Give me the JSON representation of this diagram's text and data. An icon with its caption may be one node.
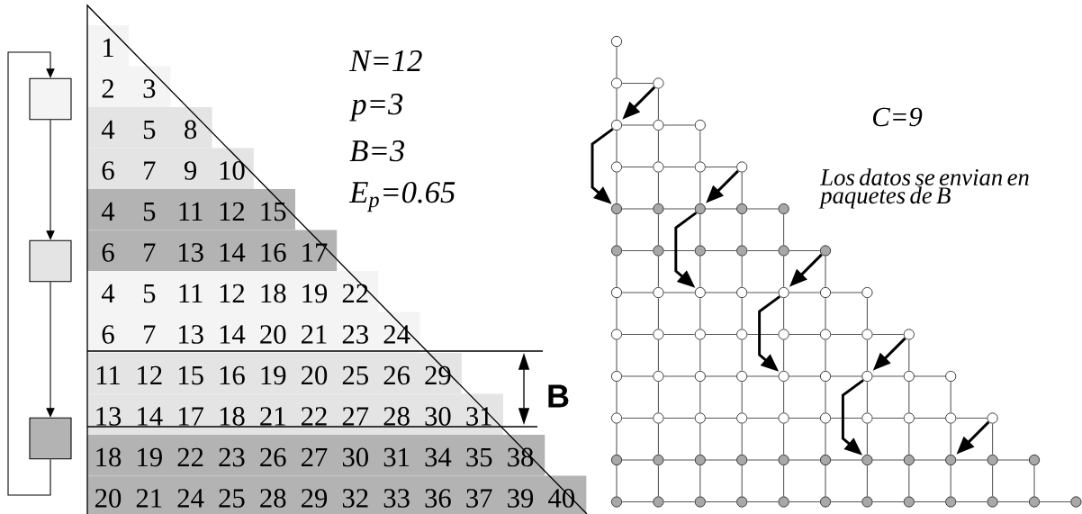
{
  "diagram": {
    "nodes": [
      {
        "text": [],
        "shape": "box"
      },
      {
        "text": [],
        "shape": "box"
      },
      {
        "text": [],
        "shape": "box"
      },
      {
        "text": [],
        "shape": "circle"
      },
      {
        "text": [],
        "shape": "circle"
      },
      {
        "text": [],
        "shape": "circle"
      },
      {
        "text": [],
        "shape": "circle"
      },
      {
        "text": [],
        "shape": "circle"
      },
      {
        "text": [],
        "shape": "circle"
      },
      {
        "text": [],
        "shape": "circle"
      },
      {
        "text": [],
        "shape": "circle"
      },
      {
        "text": [],
        "shape": "circle"
      },
      {
        "text": [],
        "shape": "circle"
      },
      {
        "text": [],
        "shape": "circle"
      },
      {
        "text": [],
        "shape": "circle"
      },
      {
        "text": [],
        "shape": "circle"
      },
      {
        "text": [],
        "shape": "circle"
      },
      {
        "text": [],
        "shape": "circle"
      },
      {
        "text": [],
        "shape": "circle"
      },
      {
        "text": [],
        "shape": "circle"
      },
      {
        "text": [],
        "shape": "circle"
      },
      {
        "text": [],
        "shape": "circle"
      },
      {
        "text": [],
        "shape": "circle"
      },
      {
        "text": [],
        "shape": "circle"
      },
      {
        "text": [],
        "shape": "circle"
      },
      {
        "text": [],
        "shape": "circle"
      },
      {
        "text": [],
        "shape": "circle"
      },
      {
        "text": [],
        "shape": "circle"
      },
      {
        "text": [],
        "shape": "circle"
      },
      {
        "text": [],
        "shape": "circle"
      },
      {
        "text": [],
        "shape": "circle"
      },
      {
        "text": [],
        "shape": "circle"
      },
      {
        "text": [],
        "shape": "circle"
      },
      {
        "text": [],
        "shape": "circle"
      },
      {
        "text": [],
        "shape": "circle"
      },
      {
        "text": [],
        "shape": "circle"
      },
      {
        "text": [],
        "shape": "circle"
      },
      {
        "text": [],
        "shape": "circle"
      },
      {
        "text": [],
        "shape": "circle"
      },
      {
        "text": [],
        "shape": "circle"
      },
      {
        "text": [],
        "shape": "circle"
      },
      {
        "text": [],
        "shape": "circle"
      },
      {
        "text": [],
        "shape": "circle"
      },
      {
        "text": [],
        "shape": "circle"
      },
      {
        "text": [],
        "shape": "circle"
      },
      {
        "text": [],
        "shape": "circle"
      },
      {
        "text": [],
        "shape": "circle"
      },
      {
        "text": [],
        "shape": "circle"
      },
      {
        "text": [],
        "shape": "circle"
      },
      {
        "text": [],
        "shape": "circle"
      },
      {
        "text": [],
        "shape": "circle"
      },
      {
        "text": [],
        "shape": "circle"
      },
      {
        "text": [],
        "shape": "circle"
      },
      {
        "text": [],
        "shape": "circle"
      },
      {
        "text": [],
        "shape": "circle"
      },
      {
        "text": [],
        "shape": "circle"
      },
      {
        "text": [],
        "shape": "circle"
      },
      {
        "text": [],
        "shape": "circle"
      },
      {
        "text": [],
        "shape": "circle"
      },
      {
        "text": [],
        "shape": "circle"
      },
      {
        "text": [],
        "shape": "circle"
      },
      {
        "text": [],
        "shape": "circle"
      },
      {
        "text": [],
        "shape": "circle"
      },
      {
        "text": [],
        "shape": "circle"
      },
      {
        "text": [],
        "shape": "circle"
      },
      {
        "text": [],
        "shape": "circle"
      },
      {
        "text": [],
        "shape": "circle"
      },
      {
        "text": [],
        "shape": "circle"
      },
      {
        "text": [],
        "shape": "circle"
      },
      {
        "text": [],
        "shape": "circle"
      },
      {
        "text": [],
        "shape": "circle"
      },
      {
        "text": [],
        "shape": "circle"
      },
      {
        "text": [],
        "shape": "circle"
      },
      {
        "text": [],
        "shape": "circle"
      },
      {
        "text": [],
        "shape": "circle"
      },
      {
        "text": [],
        "shape": "circle"
      },
      {
        "text": [],
        "shape": "circle"
      },
      {
        "text": [],
        "shape": "circle"
      },
      {
        "text": [],
        "shape": "circle"
      },
      {
        "text": [],
        "shape": "circle"
      },
      {
        "text": [],
        "shape": "circle"
      }
    ],
    "edges": [
      {
        "from": 0,
        "to": 1,
        "arrow": "to",
        "color": "#000000"
      },
      {
        "from": 1,
        "to": 2,
        "arrow": "to",
        "color": "#000000"
      },
      {
        "from": 2,
        "to": 0,
        "arrow": "to",
        "color": "#000000"
      },
      {
        "from": 3,
        "to": 4,
        "arrow": "none"
      },
      {
        "from": 4,
        "to": 5,
        "arrow": "none"
      },
      {
        "from": 4,
        "to": 6,
        "arrow": "none"
      },
      {
        "from": 5,
        "to": 7,
        "arrow": "none"
      },
      {
        "from": 6,
        "to": 7,
        "arrow": "none"
      },
      {
        "from": 7,
        "to": 8,
        "arrow": "none"
      },
      {
        "from": 6,
        "to": 9,
        "arrow": "none"
      },
      {
        "from": 7,
        "to": 10,
        "arrow": "none"
      },
      {
        "from": 8,
        "to": 11,
        "arrow": "none"
      },
      {
        "from": 9,
        "to": 10,
        "arrow": "none"
      },
      {
        "from": 10,
        "to": 11,
        "arrow": "none"
      },
      {
        "from": 11,
        "to": 12,
        "arrow": "none"
      },
      {
        "from": 9,
        "to": 13,
        "arrow": "none"
      },
      {
        "from": 10,
        "to": 14,
        "arrow": "none"
      },
      {
        "from": 11,
        "to": 15,
        "arrow": "none"
      },
      {
        "from": 12,
        "to": 16,
        "arrow": "none"
      },
      {
        "from": 13,
        "to": 14,
        "arrow": "none"
      },
      {
        "from": 14,
        "to": 15,
        "arrow": "none"
      },
      {
        "from": 15,
        "to": 16,
        "arrow": "none"
      },
      {
        "from": 16,
        "to": 17,
        "arrow": "none"
      },
      {
        "from": 13,
        "to": 18,
        "arrow": "none"
      },
      {
        "from": 14,
        "to": 19,
        "arrow": "none"
      },
      {
        "from": 15,
        "to": 20,
        "arrow": "none"
      },
      {
        "from": 16,
        "to": 21,
        "arrow": "none"
      },
      {
        "from": 17,
        "to": 22,
        "arrow": "none"
      },
      {
        "from": 18,
        "to": 19,
        "arrow": "none"
      },
      {
        "from": 19,
        "to": 20,
        "arrow": "none"
      },
      {
        "from": 20,
        "to": 21,
        "arrow": "none"
      },
      {
        "from": 21,
        "to": 22,
        "arrow": "none"
      },
      {
        "from": 22,
        "to": 23,
        "arrow": "none"
      },
      {
        "from": 18,
        "to": 24,
        "arrow": "none"
      },
      {
        "from": 19,
        "to": 25,
        "arrow": "none"
      },
      {
        "from": 20,
        "to": 26,
        "arrow": "none"
      },
      {
        "from": 21,
        "to": 27,
        "arrow": "none"
      },
      {
        "from": 22,
        "to": 28,
        "arrow": "none"
      },
      {
        "from": 23,
        "to": 29,
        "arrow": "none"
      },
      {
        "from": 24,
        "to": 25,
        "arrow": "none"
      },
      {
        "from": 25,
        "to": 26,
        "arrow": "none"
      },
      {
        "from": 26,
        "to": 27,
        "arrow": "none"
      },
      {
        "from": 27,
        "to": 28,
        "arrow": "none"
      },
      {
        "from": 28,
        "to": 29,
        "arrow": "none"
      },
      {
        "from": 29,
        "to": 30,
        "arrow": "none"
      },
      {
        "from": 24,
        "to": 31,
        "arrow": "none"
      },
      {
        "from": 25,
        "to": 32,
        "arrow": "none"
      },
      {
        "from": 26,
        "to": 33,
        "arrow": "none"
      },
      {
        "from": 27,
        "to": 34,
        "arrow": "none"
      },
      {
        "from": 28,
        "to": 35,
        "arrow": "none"
      },
      {
        "from": 29,
        "to": 36,
        "arrow": "none"
      },
      {
        "from": 30,
        "to": 37,
        "arrow": "none"
      },
      {
        "from": 31,
        "to": 32,
        "arrow": "none"
      },
      {
        "from": 32,
        "to": 33,
        "arrow": "none"
      },
      {
        "from": 33,
        "to": 34,
        "arrow": "none"
      },
      {
        "from": 34,
        "to": 35,
        "arrow": "none"
      },
      {
        "from": 35,
        "to": 36,
        "arrow": "none"
      },
      {
        "from": 36,
        "to": 37,
        "arrow": "none"
      },
      {
        "from": 37,
        "to": 38,
        "arrow": "none"
      },
      {
        "from": 31,
        "to": 39,
        "arrow": "none"
      },
      {
        "from": 32,
        "to": 40,
        "arrow": "none"
      },
      {
        "from": 33,
        "to": 41,
        "arrow": "none"
      },
      {
        "from": 34,
        "to": 42,
        "arrow": "none"
      },
      {
        "from": 35,
        "to": 43,
        "arrow": "none"
      },
      {
        "from": 36,
        "to": 44,
        "arrow": "none"
      },
      {
        "from": 37,
        "to": 45,
        "arrow": "none"
      },
      {
        "from": 38,
        "to": 46,
        "arrow": "none"
      },
      {
        "from": 39,
        "to": 40,
        "arrow": "none"
      },
      {
        "from": 40,
        "to": 41,
        "arrow": "none"
      },
      {
        "from": 41,
        "to": 42,
        "arrow": "none"
      },
      {
        "from": 42,
        "to": 43,
        "arrow": "none"
      },
      {
        "from": 43,
        "to": 44,
        "arrow": "none"
      },
      {
        "from": 44,
        "to": 45,
        "arrow": "none"
      },
      {
        "from": 45,
        "to": 46,
        "arrow": "none"
      },
      {
        "from": 46,
        "to": 47,
        "arrow": "none"
      },
      {
        "from": 39,
        "to": 48,
        "arrow": "none"
      },
      {
        "from": 40,
        "to": 49,
        "arrow": "none"
      },
      {
        "from": 41,
        "to": 50,
        "arrow": "none"
      },
      {
        "from": 42,
        "to": 51,
        "arrow": "none"
      },
      {
        "from": 43,
        "to": 52,
        "arrow": "none"
      },
      {
        "from": 44,
        "to": 53,
        "arrow": "none"
      },
      {
        "from": 45,
        "to": 54,
        "arrow": "none"
      },
      {
        "from": 46,
        "to": 55,
        "arrow": "none"
      },
      {
        "from": 47,
        "to": 56,
        "arrow": "none"
      },
      {
        "from": 48,
        "to": 49,
        "arrow": "none"
      },
      {
        "from": 49,
        "to": 50,
        "arrow": "none"
      },
      {
        "from": 50,
        "to": 51,
        "arrow": "none"
      },
      {
        "from": 51,
        "to": 52,
        "arrow": "none"
      },
      {
        "from": 52,
        "to": 53,
        "arrow": "none"
      },
      {
        "from": 53,
        "to": 54,
        "arrow": "none"
      },
      {
        "from": 54,
        "to": 55,
        "arrow": "none"
      },
      {
        "from": 55,
        "to": 56,
        "arrow": "none"
      },
      {
        "from": 56,
        "to": 57,
        "arrow": "none"
      },
      {
        "from": 48,
        "to": 58,
        "arrow": "none"
      },
      {
        "from": 49,
        "to": 59,
        "arrow": "none"
      },
      {
        "from": 50,
        "to": 60,
        "arrow": "none"
      },
      {
        "from": 51,
        "to": 61,
        "arrow": "none"
      },
      {
        "from": 52,
        "to": 62,
        "arrow": "none"
      },
      {
        "from": 53,
        "to": 63,
        "arrow": "none"
      },
      {
        "from": 54,
        "to": 64,
        "arrow": "none"
      },
      {
        "from": 55,
        "to": 65,
        "arrow": "none"
      },
      {
        "from": 56,
        "to": 66,
        "arrow": "none"
      },
      {
        "from": 57,
        "to": 67,
        "arrow": "none"
      },
      {
        "from": 58,
        "to": 59,
        "arrow": "none"
      },
      {
        "from": 59,
        "to": 60,
        "arrow": "none"
      },
      {
        "from": 60,
        "to": 61,
        "arrow": "none"
      },
      {
        "from": 61,
        "to": 62,
        "arrow": "none"
      },
      {
        "from": 62,
        "to": 63,
        "arrow": "none"
      },
      {
        "from": 63,
        "to": 64,
        "arrow": "none"
      },
      {
        "from": 64,
        "to": 65,
        "arrow": "none"
      },
      {
        "from": 65,
        "to": 66,
        "arrow": "none"
      },
      {
        "from": 66,
        "to": 67,
        "arrow": "none"
      },
      {
        "from": 67,
        "to": 68,
        "arrow": "none"
      },
      {
        "from": 58,
        "to": 69,
        "arrow": "none"
      },
      {
        "from": 59,
        "to": 70,
        "arrow": "none"
      },
      {
        "from": 60,
        "to": 71,
        "arrow": "none"
      },
      {
        "from": 61,
        "to": 72,
        "arrow": "none"
      },
      {
        "from": 62,
        "to": 73,
        "arrow": "none"
      },
      {
        "from": 63,
        "to": 74,
        "arrow": "none"
      },
      {
        "from": 64,
        "to": 75,
        "arrow": "none"
      },
      {
        "from": 65,
        "to": 76,
        "arrow": "none"
      },
      {
        "from": 66,
        "to": 77,
        "arrow": "none"
      },
      {
        "from": 67,
        "to": 78,
        "arrow": "none"
      },
      {
        "from": 68,
        "to": 79,
        "arrow": "none"
      },
      {
        "from": 69,
        "to": 70,
        "arrow": "none"
      },
      {
        "from": 70,
        "to": 71,
        "arrow": "none"
      },
      {
        "from": 71,
        "to": 72,
        "arrow": "none"
      },
      {
        "from": 72,
        "to": 73,
        "arrow": "none"
      },
      {
        "from": 73,
        "to": 74,
        "arrow": "none"
      },
      {
        "from": 74,
        "to": 75,
        "arrow": "none"
      },
      {
        "from": 75,
        "to": 76,
        "arrow": "none"
      },
      {
        "from": 76,
        "to": 77,
        "arrow": "none"
      },
      {
        "from": 77,
        "to": 78,
        "arrow": "none"
      },
      {
        "from": 78,
        "to": 79,
        "arrow": "none"
      },
      {
        "from": 79,
        "to": 80,
        "arrow": "none"
      },
      {
        "from": 5,
        "to": 6,
        "arrow": "to",
        "style": "thick",
        "color": "#000000"
      },
      {
        "from": 6,
        "to": 13,
        "arrow": "to",
        "style": "thick",
        "color": "#000000"
      },
      {
        "from": 12,
        "to": 15,
        "arrow": "to",
        "style": "thick",
        "color": "#000000"
      },
      {
        "from": 15,
        "to": 26,
        "arrow": "to",
        "style": "thick",
        "color": "#000000"
      },
      {
        "from": 23,
        "to": 28,
        "arrow": "to",
        "style": "thick",
        "color": "#000000"
      },
      {
        "from": 28,
        "to": 43,
        "arrow": "to",
        "style": "thick",
        "color": "#000000"
      },
      {
        "from": 38,
        "to": 45,
        "arrow": "to",
        "style": "thick",
        "color": "#000000"
      },
      {
        "from": 45,
        "to": 64,
        "arrow": "to",
        "style": "thick",
        "color": "#000000"
      },
      {
        "from": 57,
        "to": 66,
        "arrow": "to",
        "style": "thick",
        "color": "#000000"
      }
    ],
    "labels": [
      "1",
      "2",
      "3",
      "4",
      "5",
      "8",
      "6",
      "7",
      "9",
      "10",
      "4",
      "5",
      "11",
      "12",
      "15",
      "6",
      "7",
      "13",
      "14",
      "16",
      "17",
      "4",
      "5",
      "11",
      "12",
      "18",
      "19",
      "22",
      "6",
      "7",
      "13",
      "14",
      "20",
      "21",
      "23",
      "24",
      "11",
      "12",
      "15",
      "16",
      "19",
      "20",
      "25",
      "26",
      "29",
      "13",
      "14",
      "17",
      "18",
      "21",
      "22",
      "27",
      "28",
      "30",
      "31",
      "18",
      "19",
      "22",
      "23",
      "26",
      "27",
      "30",
      "31",
      "34",
      "35",
      "38",
      "20",
      "21",
      "24",
      "25",
      "28",
      "29",
      "32",
      "33",
      "36",
      "37",
      "39",
      "40",
      "N=12",
      "p=3",
      "B=3",
      "E$_{p}$=0.65",
      "B",
      "C=9",
      "Los datos se envian en paquetes de B"
    ]
  }
}
